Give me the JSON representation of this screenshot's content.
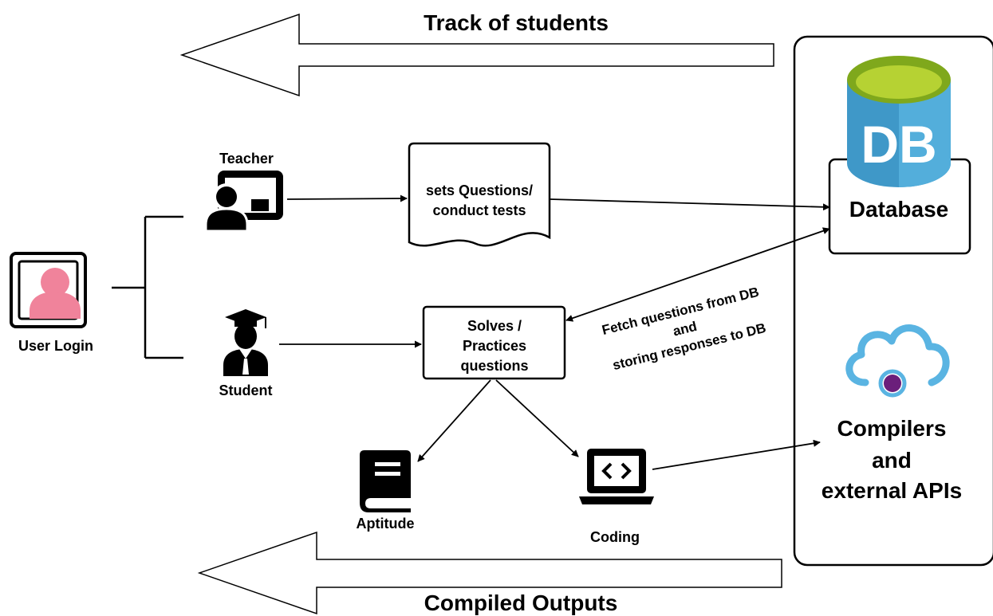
{
  "diagram": {
    "top_arrow_label": "Track of students",
    "bottom_arrow_label": "Compiled Outputs",
    "user_login_label": "User Login",
    "teacher_label": "Teacher",
    "student_label": "Student",
    "sets_questions": {
      "line1": "sets Questions/",
      "line2": "conduct tests"
    },
    "solves_box": {
      "line1": "Solves /",
      "line2": "Practices",
      "line3": "questions"
    },
    "fetch_label": {
      "line1": "Fetch questions from DB",
      "line2": "and",
      "line3": "storing responses to DB"
    },
    "db_logo_text": "DB",
    "database_label": "Database",
    "compilers_label": {
      "line1": "Compilers",
      "line2": "and",
      "line3": "external APIs"
    },
    "aptitude_label": "Aptitude",
    "coding_label": "Coding"
  },
  "colors": {
    "db_blue": "#3f98c8",
    "db_light": "#6ec0e6",
    "db_green": "#b6d233",
    "db_green_dark": "#7fa81c",
    "user_pink": "#f0839b",
    "cloud_blue": "#5ab4e2",
    "cloud_purple": "#6b1f7b"
  },
  "icons": [
    "user-icon",
    "teacher-icon",
    "student-icon",
    "database-icon",
    "cloud-icon",
    "book-icon",
    "laptop-code-icon"
  ]
}
